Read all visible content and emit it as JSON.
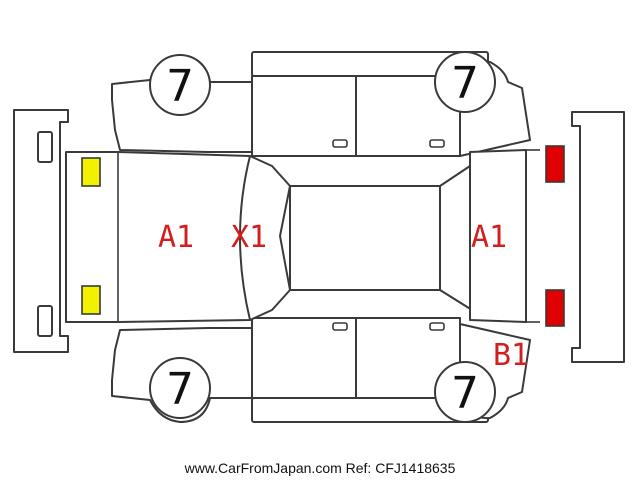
{
  "colors": {
    "line": "#3a3a3a",
    "damage_code": "#d21e1e",
    "front_lights": "#f2f200",
    "rear_lights": "#e00000"
  },
  "wheels": {
    "front_left": "7",
    "rear_left": "7",
    "front_right": "7",
    "rear_right": "7"
  },
  "damage_codes": {
    "hood": "A1",
    "windshield": "X1",
    "trunk": "A1",
    "rear_right_fender": "B1"
  },
  "footer": {
    "text": "www.CarFromJapan.com Ref: CFJ1418635"
  }
}
